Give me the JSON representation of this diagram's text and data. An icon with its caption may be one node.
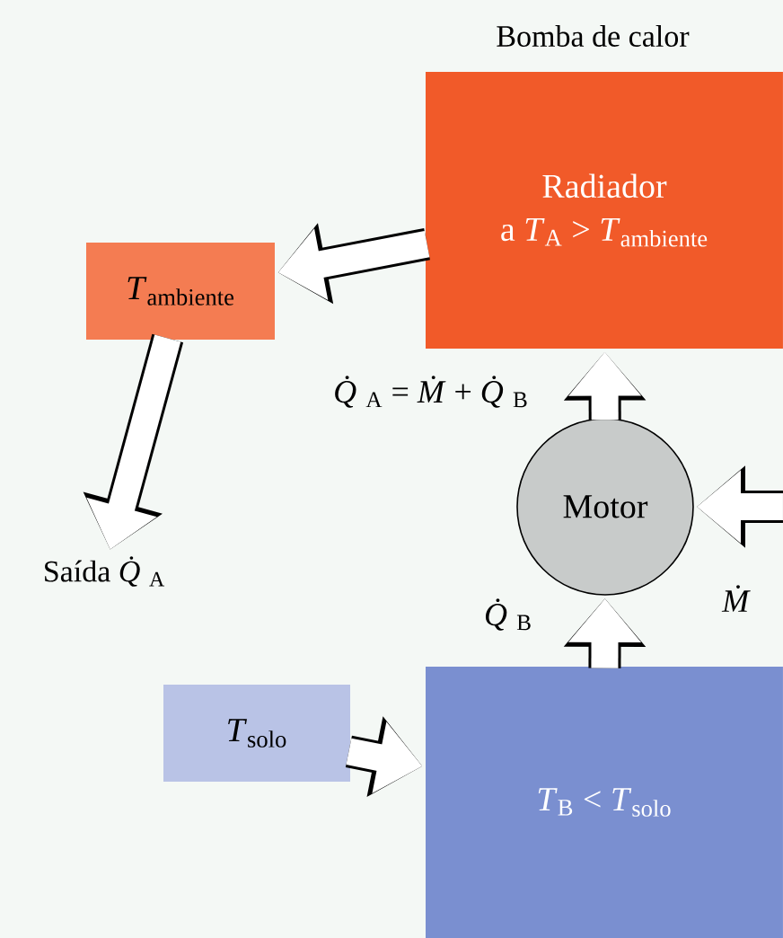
{
  "diagram": {
    "title": "Bomba de calor",
    "nodes": [
      {
        "text": [
          "Radiador",
          "a *T*$_{A}$ > *T*$_{ambiente}$"
        ]
      },
      {
        "text": [
          "*T*$_{ambiente}$"
        ]
      },
      {
        "text": [
          "Saída *Q̇*$_{A}$"
        ]
      },
      {
        "text": [
          "Motor"
        ]
      },
      {
        "text": [
          "*T*$_{solo}$"
        ]
      },
      {
        "text": [
          "*T*$_{B}$ < *T*$_{solo}$"
        ]
      }
    ],
    "edges": [
      {
        "from": 0,
        "to": 1,
        "arrow": "to"
      },
      {
        "from": 1,
        "to": 2,
        "arrow": "to"
      },
      {
        "from": 3,
        "to": 0,
        "arrow": "to",
        "label": "*Q̇*$_{A}$ = *Ṁ* + *Q̇*$_{B}$"
      },
      {
        "from": 5,
        "to": 3,
        "arrow": "to",
        "label": "*Q̇*$_{B}$"
      },
      {
        "from": null,
        "to": 3,
        "arrow": "to",
        "label": "*Ṁ*"
      },
      {
        "from": 4,
        "to": 5,
        "arrow": "to"
      }
    ]
  }
}
